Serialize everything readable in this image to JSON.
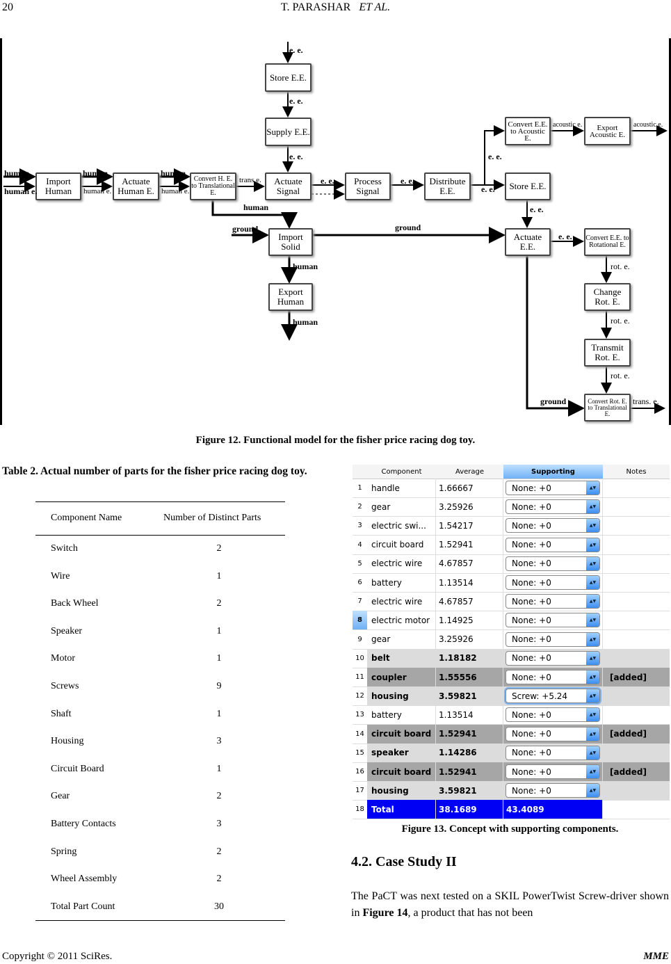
{
  "header": {
    "page_number": "20",
    "authors_main": "T. PARASHAR",
    "authors_etal": "ET AL."
  },
  "diagram": {
    "boxes": {
      "store_ee_top": "Store E.E.",
      "supply_ee": "Supply E.E.",
      "import_human": "Import Human",
      "actuate_human_e": "Actuate Human E.",
      "convert_he_trans": "Convert H. E. to Translational E.",
      "actuate_signal": "Actuate Signal",
      "process_signal": "Process Signal",
      "distribute_ee": "Distribute E.E.",
      "convert_ee_acoustic": "Convert E.E. to Acoustic E.",
      "export_acoustic": "Export Acoustic E.",
      "store_ee_right": "Store E.E.",
      "actuate_ee": "Actuate E.E.",
      "convert_ee_rot": "Convert E.E. to Rotational E.",
      "import_solid": "Import Solid",
      "export_human": "Export Human",
      "change_rot": "Change Rot. E.",
      "transmit_rot": "Transmit Rot. E.",
      "convert_rot_trans": "Convert Rot. E. to Translational E."
    },
    "flows": [
      "e. e.",
      "e. e.",
      "e. e.",
      "human",
      "human e.",
      "human",
      "human e.",
      "human",
      "human e.",
      "trans e.",
      "e. e.",
      "human",
      "ground",
      "ground",
      "human",
      "human",
      "e. e.",
      "e. e.",
      "e. e.",
      "acoustic e.",
      "acoustic e.",
      "e. e.",
      "e. e.",
      "rot. e.",
      "rot. e.",
      "rot. e.",
      "ground",
      "trans. e."
    ]
  },
  "figure12_caption": "Figure 12. Functional model for the fisher price racing dog toy.",
  "table2": {
    "caption": "Table 2. Actual number of parts for the fisher price racing dog toy.",
    "headers": [
      "Component Name",
      "Number of Distinct Parts"
    ],
    "rows": [
      [
        "Switch",
        "2"
      ],
      [
        "Wire",
        "1"
      ],
      [
        "Back Wheel",
        "2"
      ],
      [
        "Speaker",
        "1"
      ],
      [
        "Motor",
        "1"
      ],
      [
        "Screws",
        "9"
      ],
      [
        "Shaft",
        "1"
      ],
      [
        "Housing",
        "3"
      ],
      [
        "Circuit Board",
        "1"
      ],
      [
        "Gear",
        "2"
      ],
      [
        "Battery Contacts",
        "3"
      ],
      [
        "Spring",
        "2"
      ],
      [
        "Wheel Assembly",
        "2"
      ],
      [
        "Total Part Count",
        "30"
      ]
    ]
  },
  "concept_table": {
    "headers": [
      "",
      "Component",
      "Average",
      "Supporting",
      "Notes"
    ],
    "rows": [
      [
        "1",
        "handle",
        "1.66667",
        "None: +0",
        ""
      ],
      [
        "2",
        "gear",
        "3.25926",
        "None: +0",
        ""
      ],
      [
        "3",
        "electric swi...",
        "1.54217",
        "None: +0",
        ""
      ],
      [
        "4",
        "circuit board",
        "1.52941",
        "None: +0",
        ""
      ],
      [
        "5",
        "electric wire",
        "4.67857",
        "None: +0",
        ""
      ],
      [
        "6",
        "battery",
        "1.13514",
        "None: +0",
        ""
      ],
      [
        "7",
        "electric wire",
        "4.67857",
        "None: +0",
        ""
      ],
      [
        "8",
        "electric motor",
        "1.14925",
        "None: +0",
        ""
      ],
      [
        "9",
        "gear",
        "3.25926",
        "None: +0",
        ""
      ],
      [
        "10",
        "belt",
        "1.18182",
        "None: +0",
        ""
      ],
      [
        "11",
        "coupler",
        "1.55556",
        "None: +0",
        "[added]"
      ],
      [
        "12",
        "housing",
        "3.59821",
        "Screw: +5.24",
        ""
      ],
      [
        "13",
        "battery",
        "1.13514",
        "None: +0",
        ""
      ],
      [
        "14",
        "circuit board",
        "1.52941",
        "None: +0",
        "[added]"
      ],
      [
        "15",
        "speaker",
        "1.14286",
        "None: +0",
        ""
      ],
      [
        "16",
        "circuit board",
        "1.52941",
        "None: +0",
        "[added]"
      ],
      [
        "17",
        "housing",
        "3.59821",
        "None: +0",
        ""
      ],
      [
        "18",
        "Total",
        "38.1689",
        "43.4089",
        ""
      ]
    ],
    "colors": {
      "total_row": "#0000f5",
      "light_row": "#dcdcdc",
      "dark_row": "#a6a6a6",
      "selected_header": "#8cc4ff"
    }
  },
  "figure13_caption": "Figure 13. Concept with supporting components.",
  "section": {
    "heading": "4.2. Case Study II",
    "para_1": "The PaCT was next tested on a SKIL PowerTwist Screw-driver shown in ",
    "para_ref": "Figure 14",
    "para_2": ", a product that has not been"
  },
  "footer": {
    "copyright": "Copyright © 2011 SciRes.",
    "journal": "MME"
  }
}
